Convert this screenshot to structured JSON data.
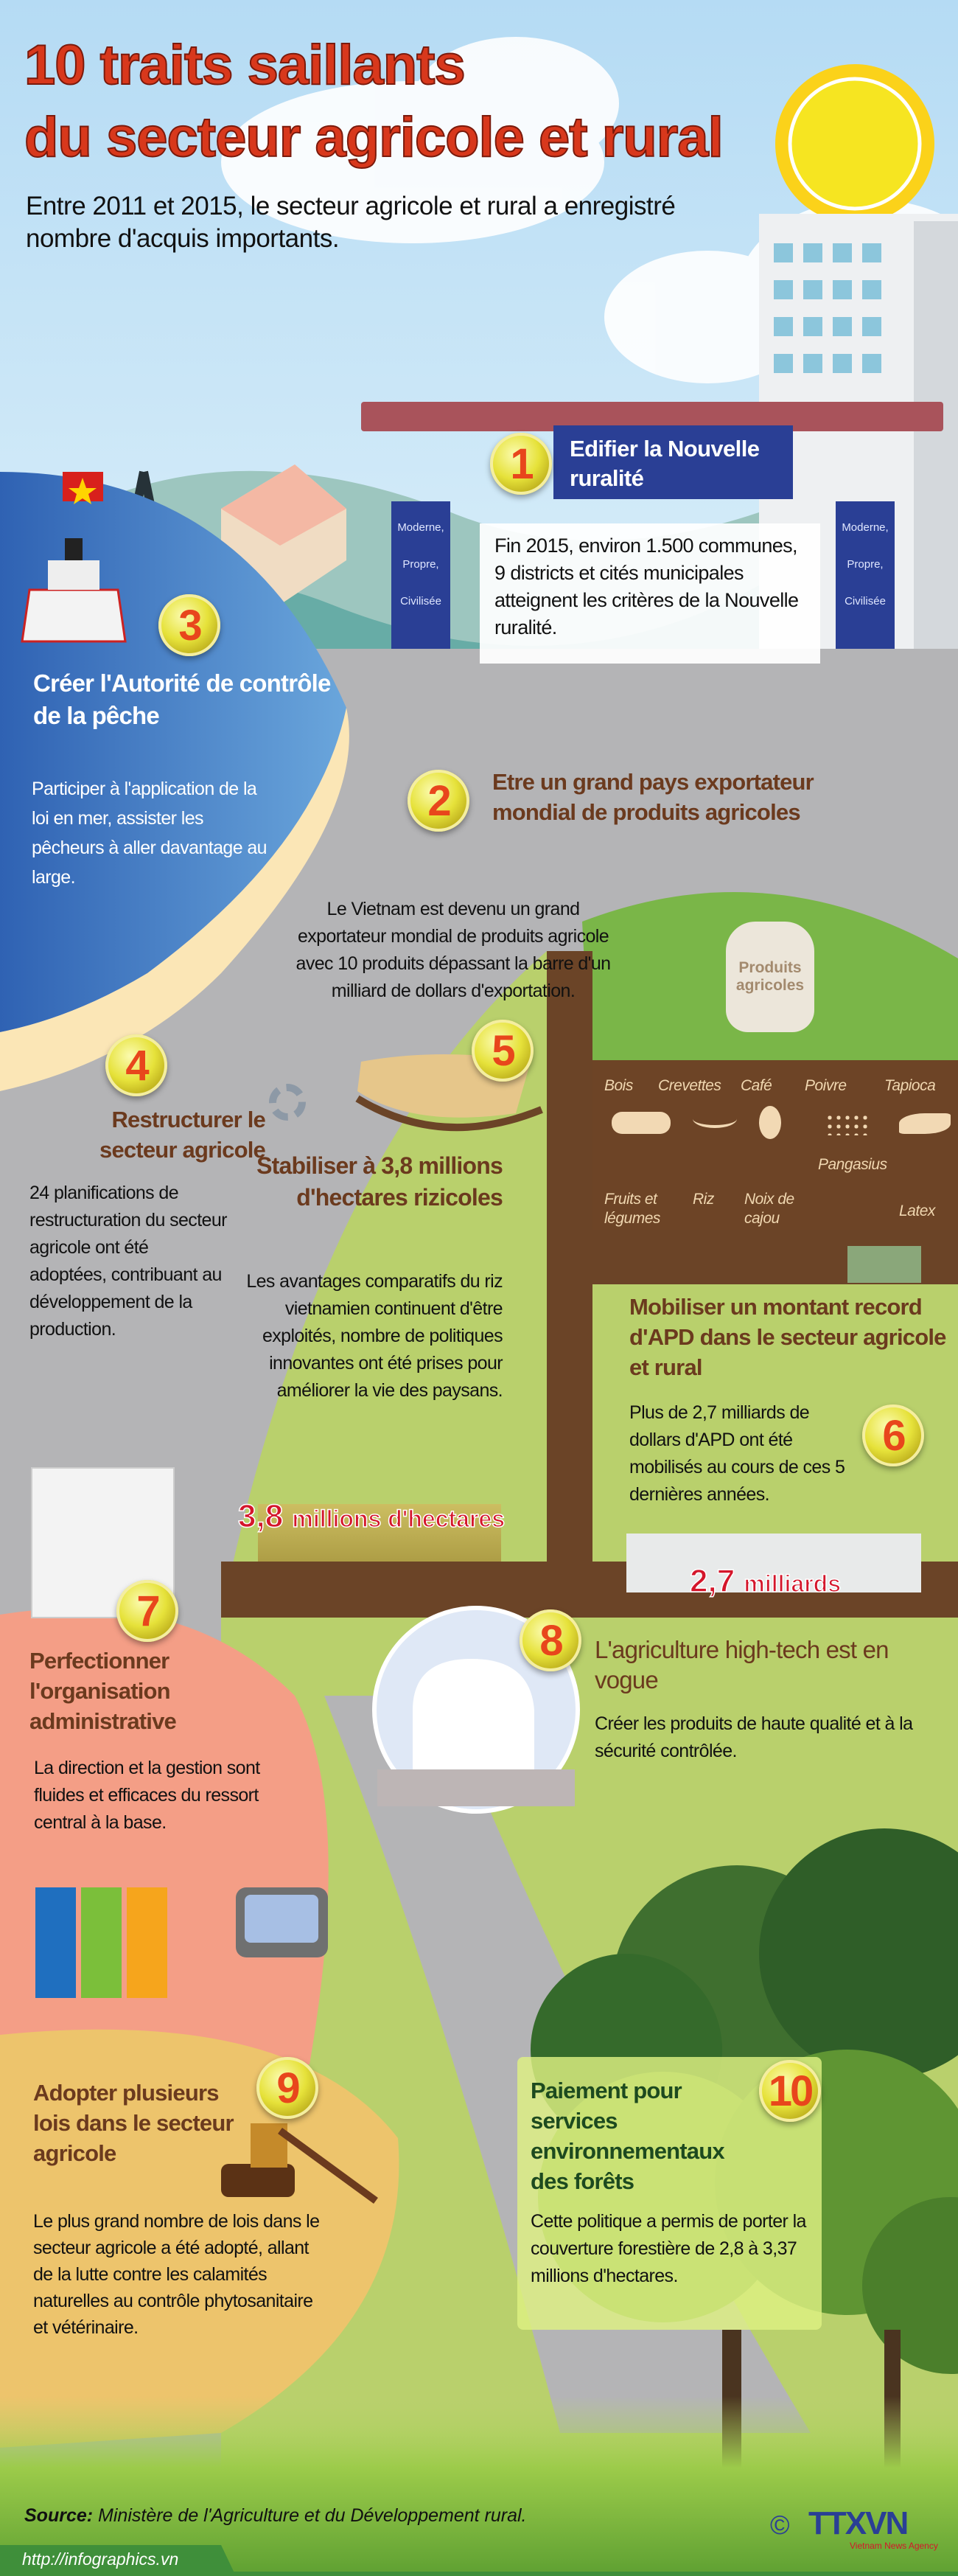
{
  "header": {
    "title_line1": "10 traits saillants",
    "title_line2": "du secteur agricole et rural",
    "subtitle": "Entre 2011 et 2015, le secteur agricole et rural a enregistré nombre d'acquis importants."
  },
  "items": [
    {
      "number": "1",
      "title": "Edifier la Nouvelle ruralité",
      "body": "Fin 2015, environ 1.500 communes, 9 districts et cités municipales atteignent les critères de la Nouvelle ruralité.",
      "pillar_left": [
        "Moderne,",
        "Propre,",
        "Civilisée"
      ],
      "pillar_right": [
        "Moderne,",
        "Propre,",
        "Civilisée"
      ]
    },
    {
      "number": "2",
      "title": "Etre un grand pays exportateur mondial de produits agricoles",
      "body": "Le Vietnam est devenu un grand exportateur mondial de produits agricole avec 10 produits dépassant la barre d'un milliard de dollars d'exportation.",
      "sack_label": "Produits agricoles"
    },
    {
      "number": "3",
      "title": "Créer l'Autorité de contrôle de la pêche",
      "body": "Participer à l'application de la loi en mer, assister les pêcheurs à aller davantage au large."
    },
    {
      "number": "4",
      "title": "Restructurer le secteur agricole",
      "body": "24 planifications de restructuration du secteur agricole ont été adoptées, contribuant au développement de la production."
    },
    {
      "number": "5",
      "title": "Stabiliser à 3,8 millions d'hectares rizicoles",
      "body": "Les avantages comparatifs du riz vietnamien continuent d'être exploités, nombre de politiques innovantes ont été prises pour améliorer la vie des paysans.",
      "highlight_value": "3,8",
      "highlight_unit": "millions d'hectares"
    },
    {
      "number": "6",
      "title": "Mobiliser un montant record d'APD dans le secteur agricole et rural",
      "body": "Plus de 2,7 milliards de dollars d'APD ont été mobilisés au cours de ces 5 dernières années.",
      "highlight_value": "2,7",
      "highlight_unit": "milliards"
    },
    {
      "number": "7",
      "title": "Perfectionner l'organisation administrative",
      "body": "La direction et la gestion sont fluides et efficaces du ressort central à la base."
    },
    {
      "number": "8",
      "title": "L'agriculture high-tech est en vogue",
      "body": "Créer les produits de haute qualité et à la sécurité contrôlée."
    },
    {
      "number": "9",
      "title": "Adopter plusieurs lois dans le secteur agricole",
      "body": "Le plus grand nombre de lois dans le secteur agricole a été adopté, allant de la lutte contre les calamités naturelles au contrôle phytosanitaire et vétérinaire."
    },
    {
      "number": "10",
      "title": "Paiement pour services environnementaux des forêts",
      "body": "Cette politique a permis de porter la couverture forestière de 2,8 à 3,37 millions d'hectares."
    }
  ],
  "products": [
    "Bois",
    "Crevettes",
    "Café",
    "Poivre",
    "Tapioca",
    "Fruits et légumes",
    "Riz",
    "Noix de cajou",
    "Pangasius",
    "Latex"
  ],
  "footer": {
    "source_label": "Source:",
    "source_text": "Ministère de l'Agriculture et du Développement rural.",
    "url": "http://infographics.vn",
    "copyright": "©",
    "logo": "TTXVN",
    "logo_sub": "Vietnam News Agency"
  },
  "colors": {
    "title": "#d8381c",
    "heading": "#6b3a1e",
    "badge_number": "#e8461c",
    "highlight": "#d4162b",
    "sea": "#3f74c4",
    "field": "#b9d06c",
    "road": "#6b4427"
  }
}
